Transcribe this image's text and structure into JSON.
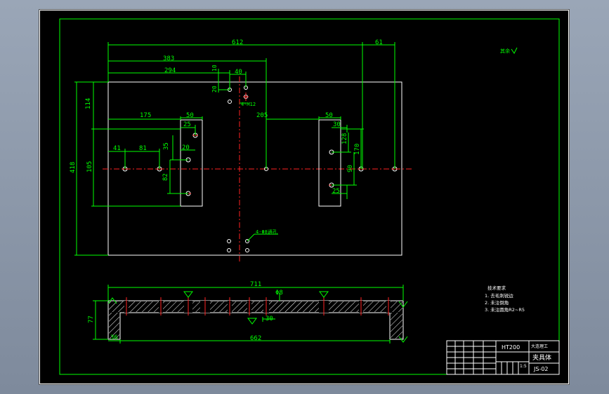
{
  "dims": {
    "d612": "612",
    "d61": "61",
    "d383": "383",
    "d294": "294",
    "d10": "10",
    "d40": "40",
    "d20a": "20",
    "d4m12": "4-M12",
    "d175": "175",
    "d50a": "50",
    "d25a": "25",
    "d205": "205",
    "d50b": "50",
    "d30": "30",
    "d114": "114",
    "d418": "418",
    "d105": "105",
    "d41": "41",
    "d81": "81",
    "d35": "35",
    "d20b": "20",
    "d82": "82",
    "d128": "128",
    "d170": "170",
    "d90": "90",
    "d25b": "25",
    "d4hole": "4-Φ8通孔",
    "d711": "711",
    "dphi8": "Φ8",
    "d30b": "30",
    "d77": "77",
    "d36": "36",
    "d662": "662"
  },
  "roughness": {
    "top_right": "其余"
  },
  "notes": {
    "title": "技术要求",
    "l1": "1. 去毛刺锐边",
    "l2": "2. 未注倒角",
    "l3": "3. 未注圆角R2~R5"
  },
  "title_block": {
    "material": "HT200",
    "company": "大连理工",
    "part_name": "夹具体",
    "drawing_no": "JS-02",
    "scale": "1:5"
  }
}
